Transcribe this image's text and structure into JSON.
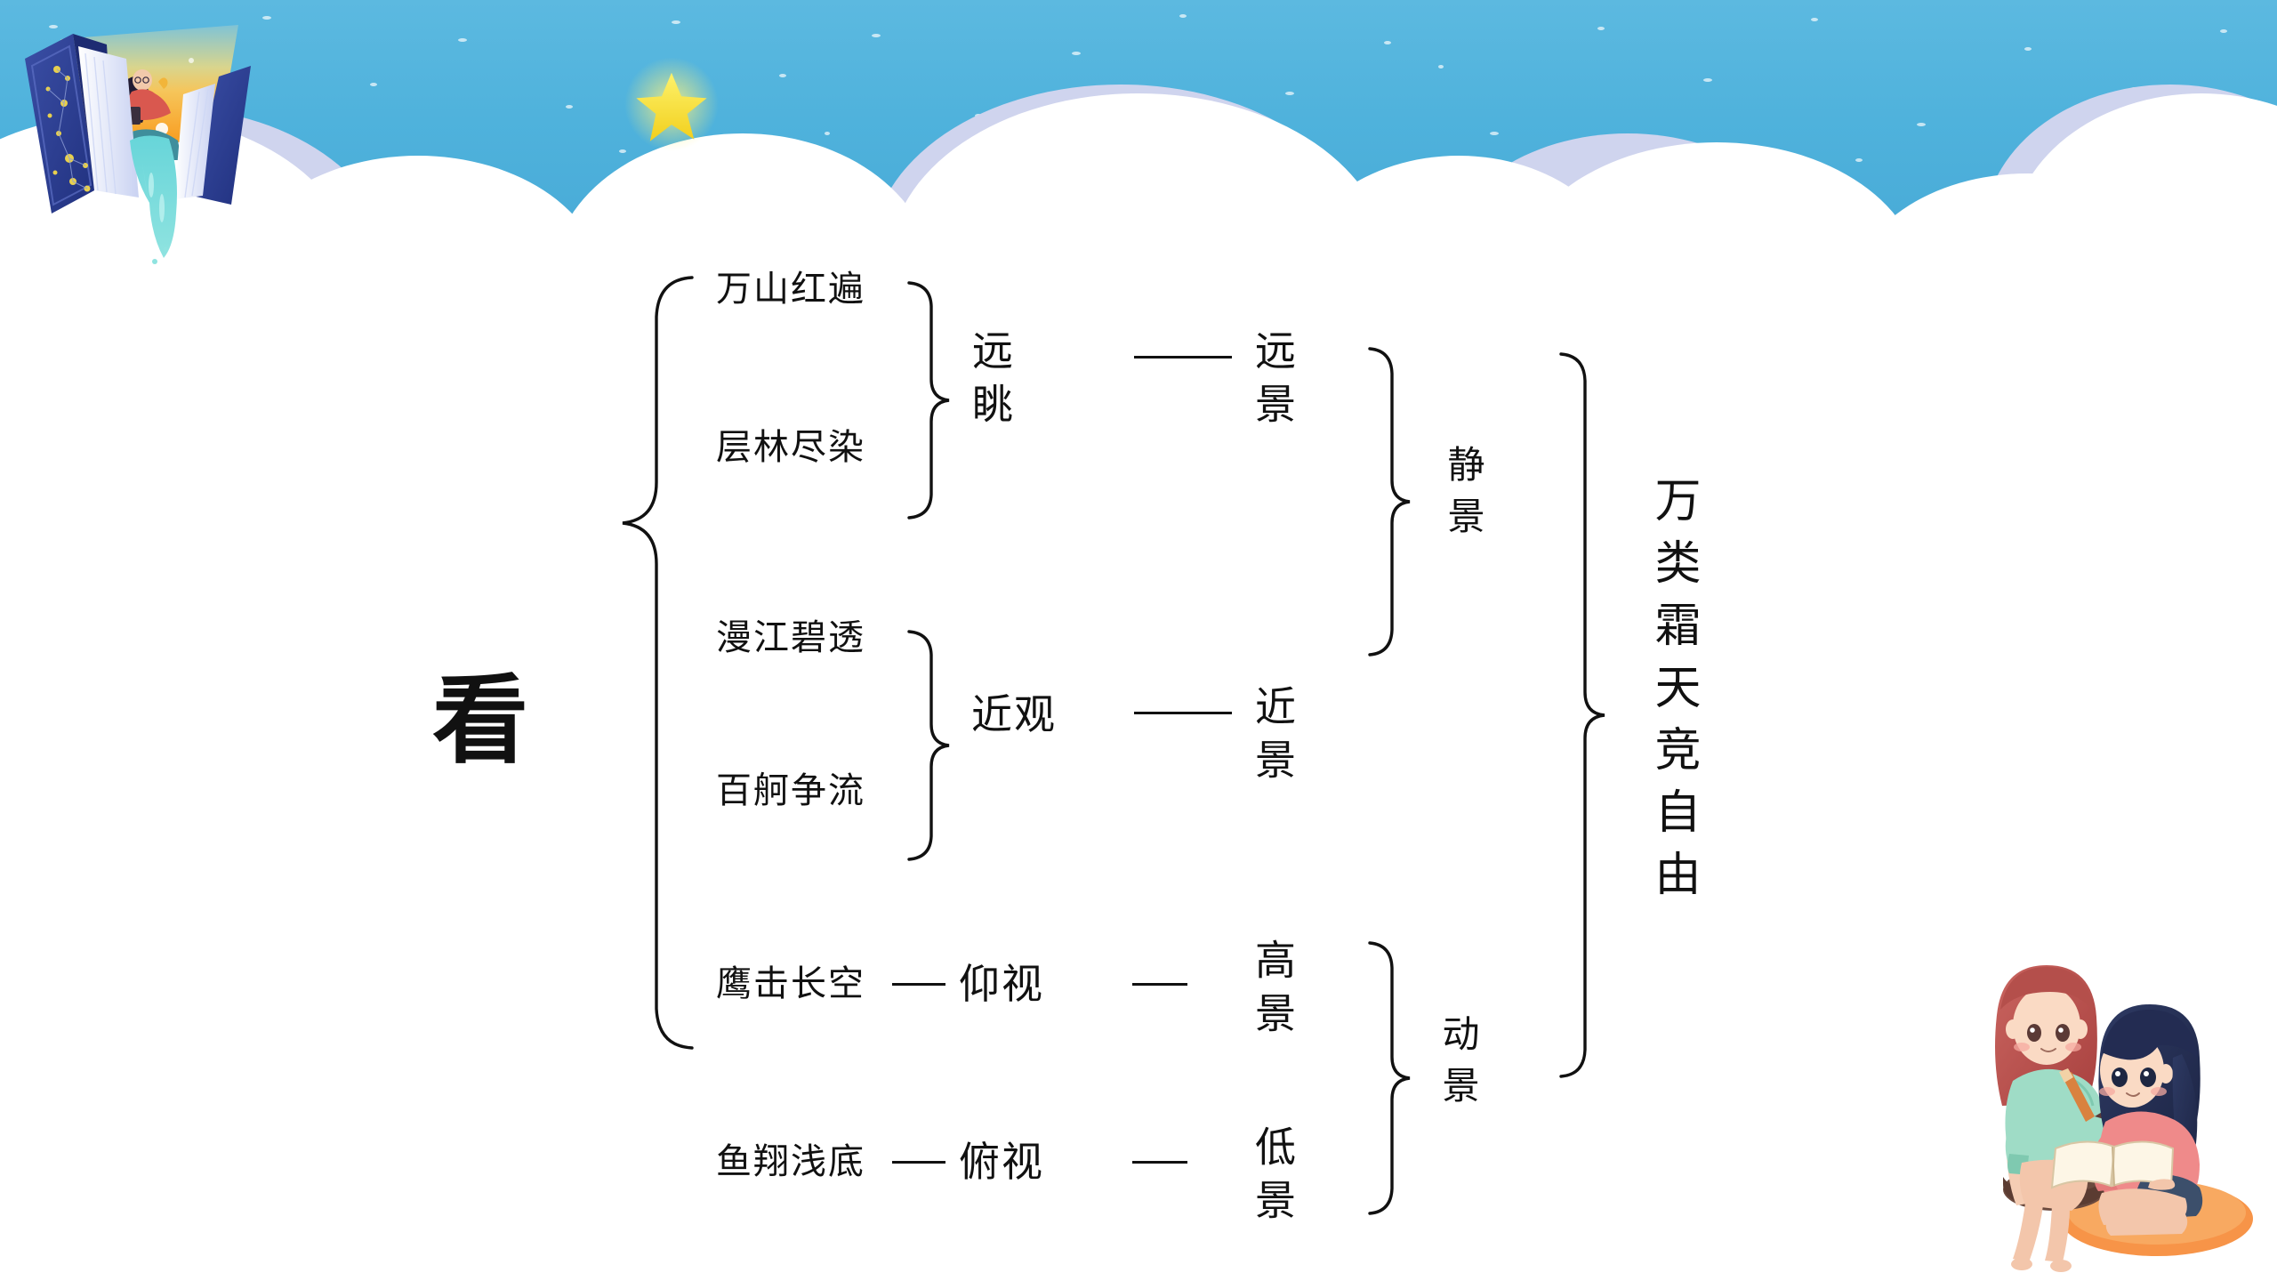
{
  "background": {
    "sky_color": "#4fb2dc",
    "cloud_color": "#ffffff",
    "cloud_shadow_color": "#cfd4ee",
    "star_color": "#f5e23a",
    "canvas_color": "#ffffff"
  },
  "decorations": {
    "book_illustration": "open-book-with-girl-and-waterfall",
    "star": "yellow-star",
    "girls_illustration": "two-girls-reading-book"
  },
  "diagram": {
    "type": "mind-map",
    "root": "看",
    "branches": [
      {
        "id": "far",
        "lines": [
          "万山红遍",
          "层林尽染"
        ],
        "view": "远眺",
        "view_orientation": "vertical",
        "scene": "远景",
        "scene_orientation": "vertical",
        "group": "静景"
      },
      {
        "id": "near",
        "lines": [
          "漫江碧透",
          "百舸争流"
        ],
        "view": "近观",
        "view_orientation": "horizontal",
        "scene": "近景",
        "scene_orientation": "vertical",
        "group": "静景"
      },
      {
        "id": "up",
        "lines": [
          "鹰击长空"
        ],
        "view": "仰视",
        "view_orientation": "horizontal",
        "scene": "高景",
        "scene_orientation": "vertical",
        "group": "动景"
      },
      {
        "id": "down",
        "lines": [
          "鱼翔浅底"
        ],
        "view": "俯视",
        "view_orientation": "horizontal",
        "scene": "低景",
        "scene_orientation": "vertical",
        "group": "动景"
      }
    ],
    "groups": [
      "静景",
      "动景"
    ],
    "conclusion": "万类霜天竞自由",
    "labels": {
      "line_1": "万山红遍",
      "line_2": "层林尽染",
      "line_3": "漫江碧透",
      "line_4": "百舸争流",
      "line_5": "鹰击长空",
      "line_6": "鱼翔浅底",
      "view_far": "远眺",
      "view_near": "近观",
      "view_up": "仰视",
      "view_down": "俯视",
      "scene_far": "远景",
      "scene_near": "近景",
      "scene_high": "高景",
      "scene_low": "低景",
      "group_static": "静景",
      "group_dynamic": "动景",
      "conclusion": "万类霜天竞自由",
      "root": "看"
    }
  }
}
